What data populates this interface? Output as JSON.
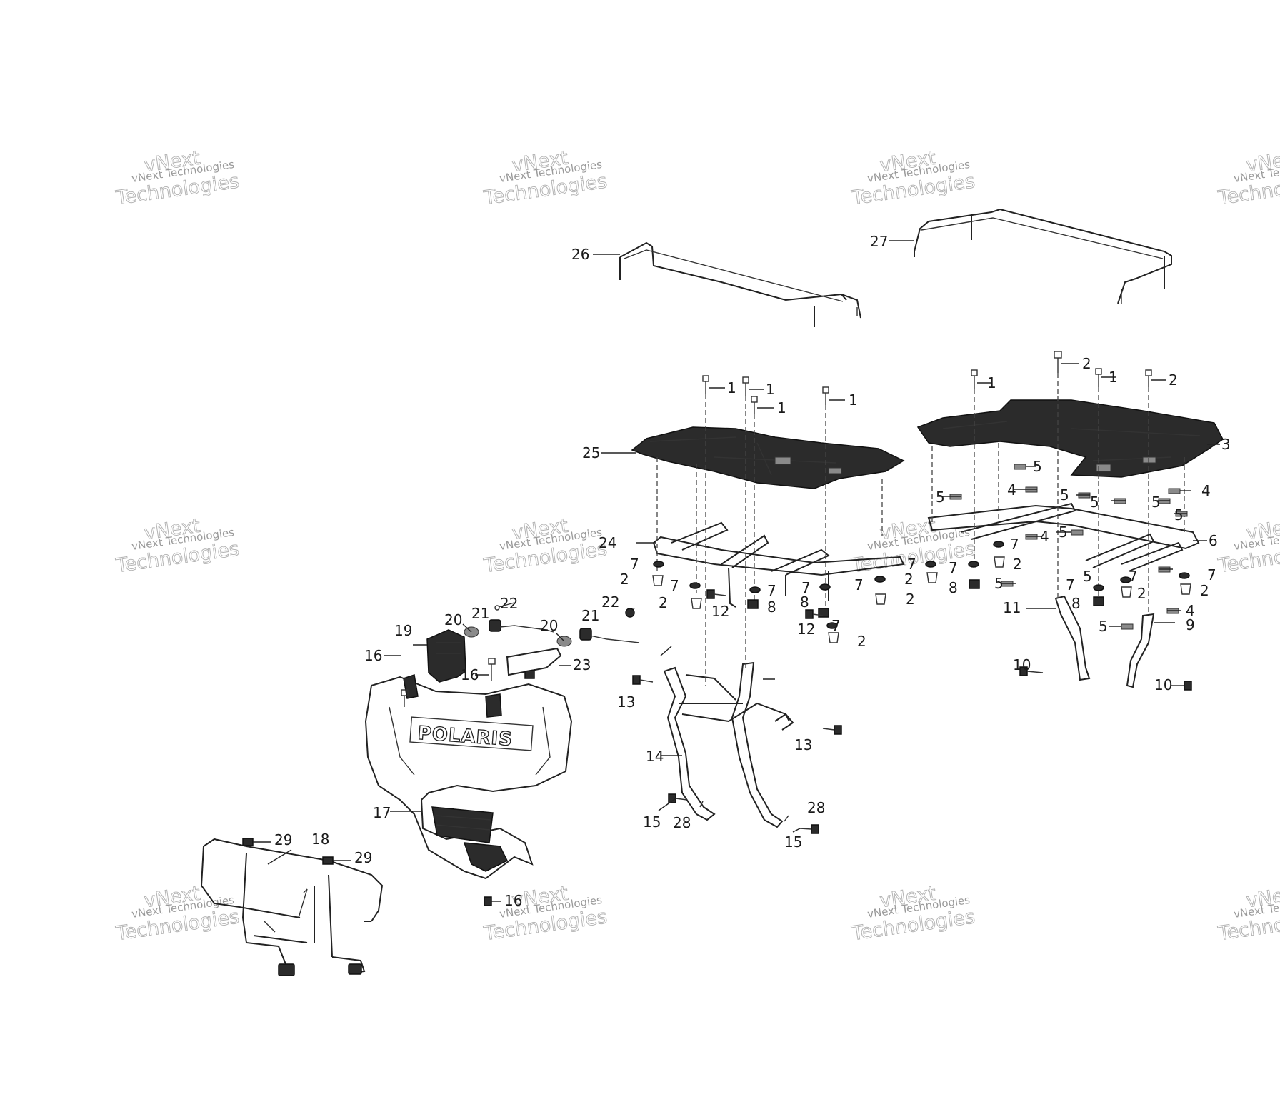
{
  "watermark": {
    "line1": "vNext Technologies",
    "line2a": "vNext",
    "line2b": "Technologies"
  },
  "logo_text": "POLARIS",
  "callouts": [
    {
      "id": "26",
      "text": "26"
    },
    {
      "id": "27",
      "text": "27"
    },
    {
      "id": "1a",
      "text": "1"
    },
    {
      "id": "1b",
      "text": "1"
    },
    {
      "id": "1c",
      "text": "1"
    },
    {
      "id": "1d",
      "text": "1"
    },
    {
      "id": "1e",
      "text": "1"
    },
    {
      "id": "1f",
      "text": "1"
    },
    {
      "id": "2a",
      "text": "2"
    },
    {
      "id": "2b",
      "text": "2"
    },
    {
      "id": "25",
      "text": "25"
    },
    {
      "id": "3",
      "text": "3"
    },
    {
      "id": "5a",
      "text": "5"
    },
    {
      "id": "5b",
      "text": "5"
    },
    {
      "id": "4a",
      "text": "4"
    },
    {
      "id": "5c",
      "text": "5"
    },
    {
      "id": "5d",
      "text": "5"
    },
    {
      "id": "5e",
      "text": "5"
    },
    {
      "id": "4b",
      "text": "4"
    },
    {
      "id": "5f",
      "text": "5"
    },
    {
      "id": "24",
      "text": "24"
    },
    {
      "id": "6",
      "text": "6"
    },
    {
      "id": "4c",
      "text": "4"
    },
    {
      "id": "5g",
      "text": "5"
    },
    {
      "id": "7a",
      "text": "7"
    },
    {
      "id": "2c",
      "text": "2"
    },
    {
      "id": "7b",
      "text": "7"
    },
    {
      "id": "2d",
      "text": "2"
    },
    {
      "id": "12a",
      "text": "12"
    },
    {
      "id": "7c",
      "text": "7"
    },
    {
      "id": "8a",
      "text": "8"
    },
    {
      "id": "7d",
      "text": "7"
    },
    {
      "id": "8b",
      "text": "8"
    },
    {
      "id": "12b",
      "text": "12"
    },
    {
      "id": "7e",
      "text": "7"
    },
    {
      "id": "2e",
      "text": "2"
    },
    {
      "id": "7f",
      "text": "7"
    },
    {
      "id": "2f",
      "text": "2"
    },
    {
      "id": "7g",
      "text": "7"
    },
    {
      "id": "2g",
      "text": "2"
    },
    {
      "id": "7h",
      "text": "7"
    },
    {
      "id": "8c",
      "text": "8"
    },
    {
      "id": "7i",
      "text": "7"
    },
    {
      "id": "2h",
      "text": "2"
    },
    {
      "id": "5h",
      "text": "5"
    },
    {
      "id": "5i",
      "text": "5"
    },
    {
      "id": "7j",
      "text": "7"
    },
    {
      "id": "2i",
      "text": "2"
    },
    {
      "id": "7k",
      "text": "7"
    },
    {
      "id": "2j",
      "text": "2"
    },
    {
      "id": "7l",
      "text": "7"
    },
    {
      "id": "8d",
      "text": "8"
    },
    {
      "id": "11",
      "text": "11"
    },
    {
      "id": "4d",
      "text": "4"
    },
    {
      "id": "5j",
      "text": "5"
    },
    {
      "id": "9",
      "text": "9"
    },
    {
      "id": "10a",
      "text": "10"
    },
    {
      "id": "10b",
      "text": "10"
    },
    {
      "id": "22a",
      "text": "22"
    },
    {
      "id": "22b",
      "text": "22"
    },
    {
      "id": "21a",
      "text": "21"
    },
    {
      "id": "21b",
      "text": "21"
    },
    {
      "id": "20a",
      "text": "20"
    },
    {
      "id": "20b",
      "text": "20"
    },
    {
      "id": "19",
      "text": "19"
    },
    {
      "id": "16a",
      "text": "16"
    },
    {
      "id": "16b",
      "text": "16"
    },
    {
      "id": "23",
      "text": "23"
    },
    {
      "id": "13a",
      "text": "13"
    },
    {
      "id": "13b",
      "text": "13"
    },
    {
      "id": "14",
      "text": "14"
    },
    {
      "id": "17",
      "text": "17"
    },
    {
      "id": "15a",
      "text": "15"
    },
    {
      "id": "28a",
      "text": "28"
    },
    {
      "id": "28b",
      "text": "28"
    },
    {
      "id": "15b",
      "text": "15"
    },
    {
      "id": "29a",
      "text": "29"
    },
    {
      "id": "18",
      "text": "18"
    },
    {
      "id": "29b",
      "text": "29"
    },
    {
      "id": "16c",
      "text": "16"
    }
  ]
}
